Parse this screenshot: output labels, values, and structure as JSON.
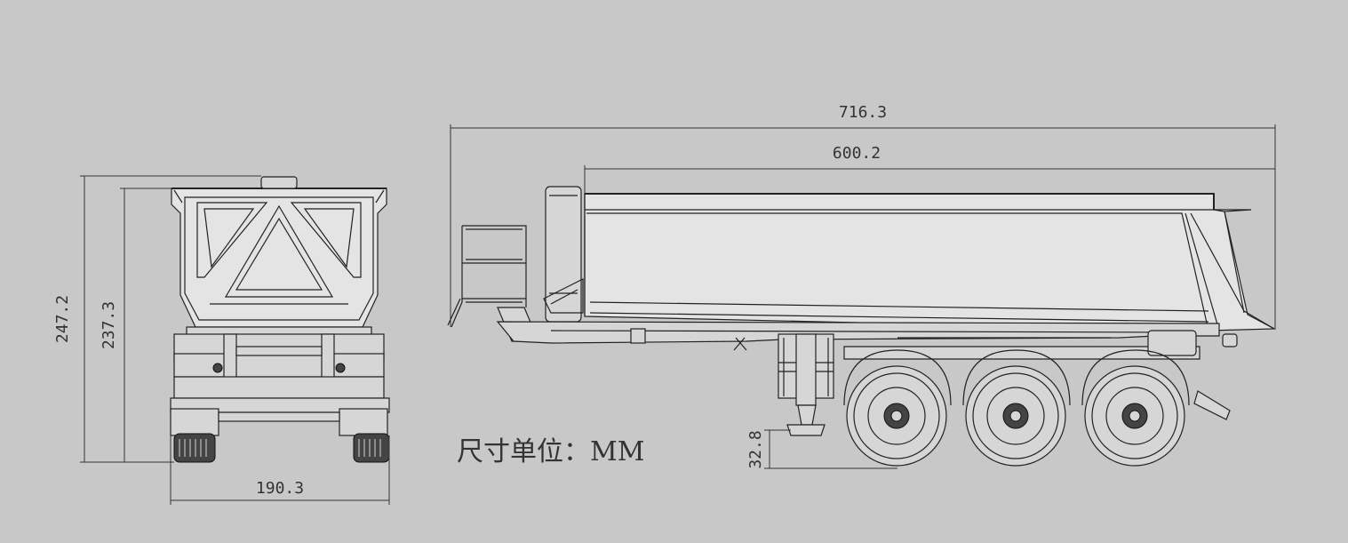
{
  "dimensions": {
    "total_length": "716.3",
    "body_length": "600.2",
    "total_height": "247.2",
    "body_height": "237.3",
    "width": "190.3",
    "ground_clearance": "32.8"
  },
  "unit_label": "尺寸单位：MM",
  "colors": {
    "background": "#c8c8c8",
    "line": "#222222",
    "dimension_text": "#333333"
  }
}
